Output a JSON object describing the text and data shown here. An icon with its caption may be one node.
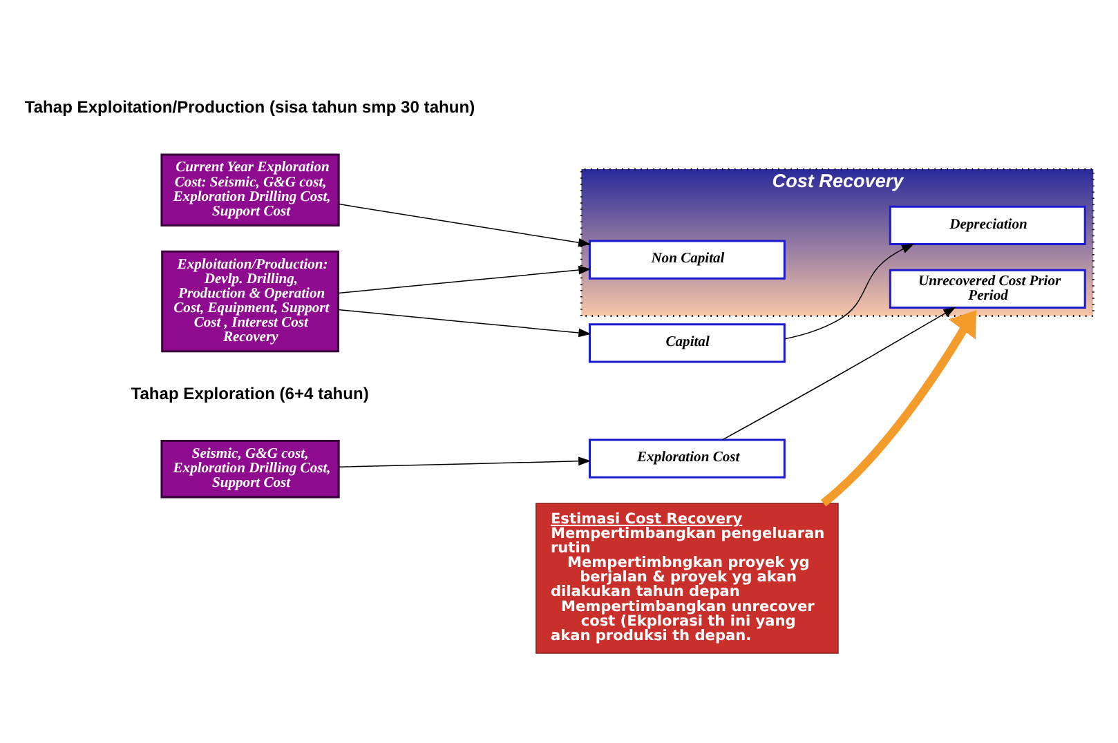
{
  "diagram": {
    "nodes": [
      {
        "text": [
          "Seismic, G&G cost, Exploration Drilling Cost, Support Cost"
        ]
      },
      {
        "text": [
          "Exploration Cost"
        ]
      },
      {
        "text": [
          "Current Year Exploration Cost: Seismic, G&G cost, Exploration Drilling Cost, Support Cost"
        ]
      },
      {
        "text": [
          "Exploitation/Production: Devlp. Drilling, Production & Operation Cost, Equipment, Support Cost , Interest Cost Recovery"
        ]
      },
      {
        "text": [
          "Cost Recovery"
        ]
      },
      {
        "text": [
          "Unrecovered Cost Prior Period"
        ],
        "in": 4
      },
      {
        "text": [
          "Non Capital"
        ],
        "in": 4
      },
      {
        "text": [
          "Depreciation"
        ],
        "in": 4
      },
      {
        "text": [
          "Capital"
        ]
      },
      {
        "text": [
          "Estimasi Cost Recovery",
          "Mempertimbangkan pengeluaran rutin",
          "Mempertimbngkan proyek yg berjalan & proyek yg akan dilakukan tahun depan",
          "Mempertimbangkan unrecover cost (Ekplorasi th ini yang akan produksi th depan."
        ]
      }
    ],
    "edges": [
      {
        "from": 0,
        "to": 1,
        "arrow": "to"
      },
      {
        "from": 1,
        "to": 5,
        "arrow": "to"
      },
      {
        "from": 2,
        "to": 6,
        "arrow": "to"
      },
      {
        "from": 3,
        "to": 6,
        "arrow": "to"
      },
      {
        "from": 3,
        "to": 8,
        "arrow": "to"
      },
      {
        "from": 8,
        "to": 7,
        "arrow": "to"
      },
      {
        "from": 9,
        "to": 4,
        "arrow": "to",
        "style": "thick",
        "color": "#f39c2c"
      }
    ],
    "labels": [
      "Tahap Exploration (6+4 tahun)",
      "Tahap Exploitation/Production (sisa tahun smp 30 tahun)"
    ]
  }
}
